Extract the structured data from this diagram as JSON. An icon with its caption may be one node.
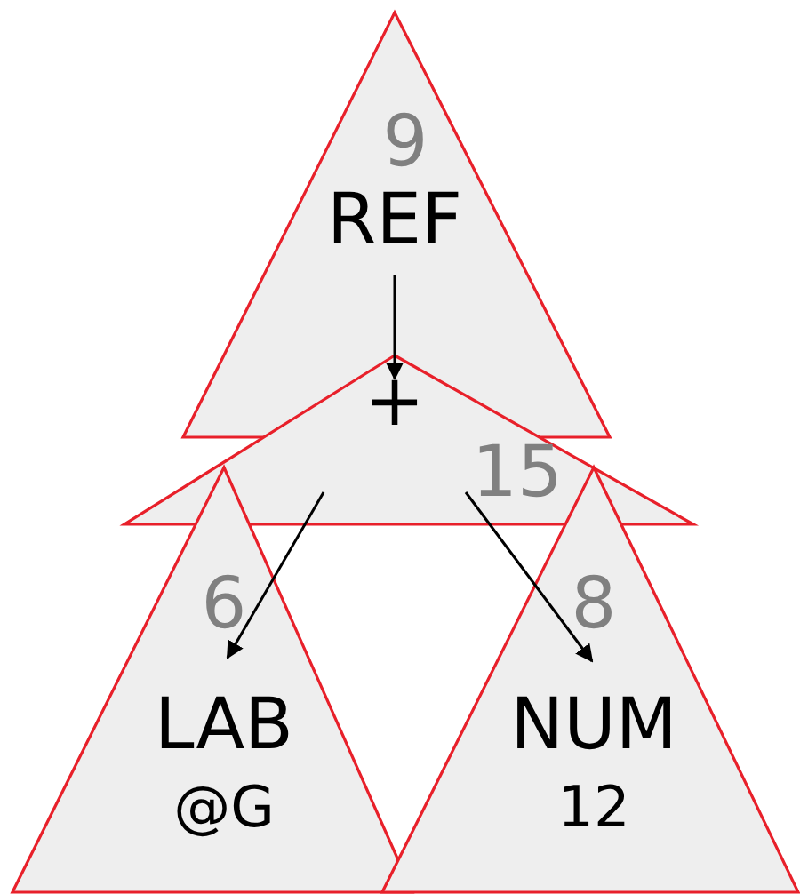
{
  "diagram": {
    "nodes": [
      {
        "text": [
          "9",
          "REF"
        ]
      },
      {
        "text": [
          "+",
          "15"
        ]
      },
      {
        "text": [
          "6",
          "LAB",
          "@G"
        ]
      },
      {
        "text": [
          "8",
          "NUM",
          "12"
        ]
      }
    ],
    "edges": [
      {
        "from": 0,
        "to": 1,
        "arrow": "to"
      },
      {
        "from": 1,
        "to": 2,
        "arrow": "to"
      },
      {
        "from": 1,
        "to": 3,
        "arrow": "to"
      }
    ]
  }
}
